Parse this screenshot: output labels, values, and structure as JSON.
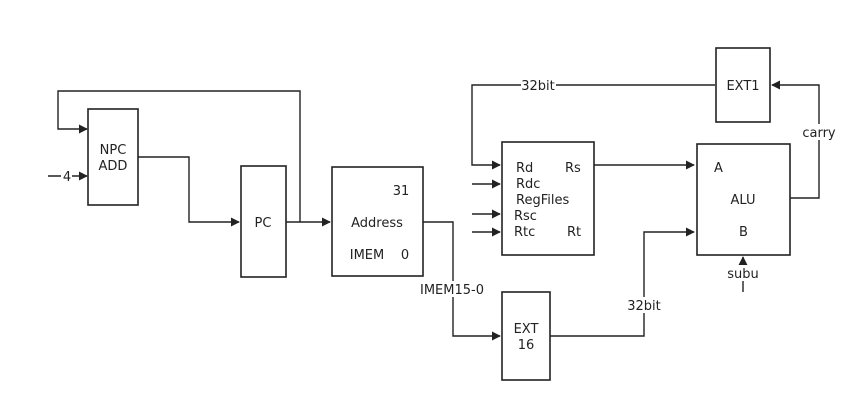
{
  "blocks": {
    "npc": {
      "line1": "NPC",
      "line2": "ADD"
    },
    "pc": {
      "label": "PC"
    },
    "imem": {
      "msb": "31",
      "address": "Address",
      "name": "IMEM",
      "lsb": "0"
    },
    "regfiles": {
      "rd": "Rd",
      "rs": "Rs",
      "rdc": "Rdc",
      "name": "RegFiles",
      "rsc": "Rsc",
      "rtc": "Rtc",
      "rt": "Rt"
    },
    "alu": {
      "a": "A",
      "name": "ALU",
      "b": "B"
    },
    "ext1": {
      "label": "EXT1"
    },
    "ext16": {
      "line1": "EXT",
      "line2": "16"
    }
  },
  "labels": {
    "const_four": "4",
    "bus_32bit_top": "32bit",
    "bus_32bit_bottom": "32bit",
    "carry": "carry",
    "subu": "subu",
    "imem_field": "IMEM15-0"
  }
}
